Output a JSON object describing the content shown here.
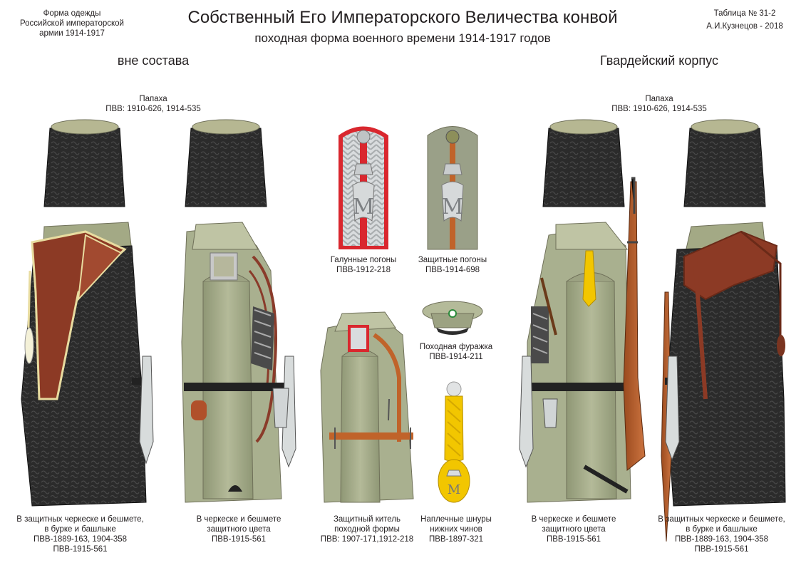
{
  "header": {
    "left_note": [
      "Форма одежды",
      "Российской императорской",
      "армии  1914-1917"
    ],
    "title": "Собственный Его Императорского Величества конвой",
    "subtitle": "походная форма военного времени 1914-1917 годов",
    "right_note": [
      "Таблица № 31-2",
      "А.И.Кузнецов - 2018"
    ]
  },
  "sections": {
    "left": "вне состава",
    "right": "Гвардейский корпус"
  },
  "papakha_labels": {
    "left": [
      "Папаха",
      "ПВВ: 1910-626, 1914-535"
    ],
    "right": [
      "Папаха",
      "ПВВ: 1910-626, 1914-535"
    ]
  },
  "items": {
    "galloon_shoulder_boards": [
      "Галунные погоны",
      "ПВВ-1912-218"
    ],
    "protective_shoulder_boards": [
      "Защитные погоны",
      "ПВВ-1914-698"
    ],
    "field_cap": [
      "Походная фуражка",
      "ПВВ-1914-211"
    ]
  },
  "captions": {
    "fig1": [
      "В защитных черкеске и бешмете,",
      "в бурке и башлыке",
      "ПВВ-1889-163, 1904-358",
      "ПВВ-1915-561"
    ],
    "fig2": [
      "В черкеске и бешмете",
      "защитного цвета",
      "ПВВ-1915-561"
    ],
    "fig3": [
      "Защитный китель",
      "походной  формы",
      "ПВВ: 1907-171,1912-218"
    ],
    "fig4": [
      "Наплечные шнуры",
      "нижних чинов",
      "ПВВ-1897-321"
    ],
    "fig5": [
      "В черкеске и бешмете",
      "защитного цвета",
      "ПВВ-1915-561"
    ],
    "fig6": [
      "В защитных черкеске и бешмете,",
      "в бурке и башлыке",
      "ПВВ-1889-163, 1904-358",
      "ПВВ-1915-561"
    ]
  },
  "colors": {
    "khaki": "#a9b08f",
    "khaki_dark": "#7f8768",
    "burka": "#2c2c2c",
    "bashlyk": "#8c3a25",
    "galloon_red": "#d9272e",
    "silver": "#c9ccce",
    "cord_yellow": "#f2c600",
    "leather": "#c0632a"
  }
}
